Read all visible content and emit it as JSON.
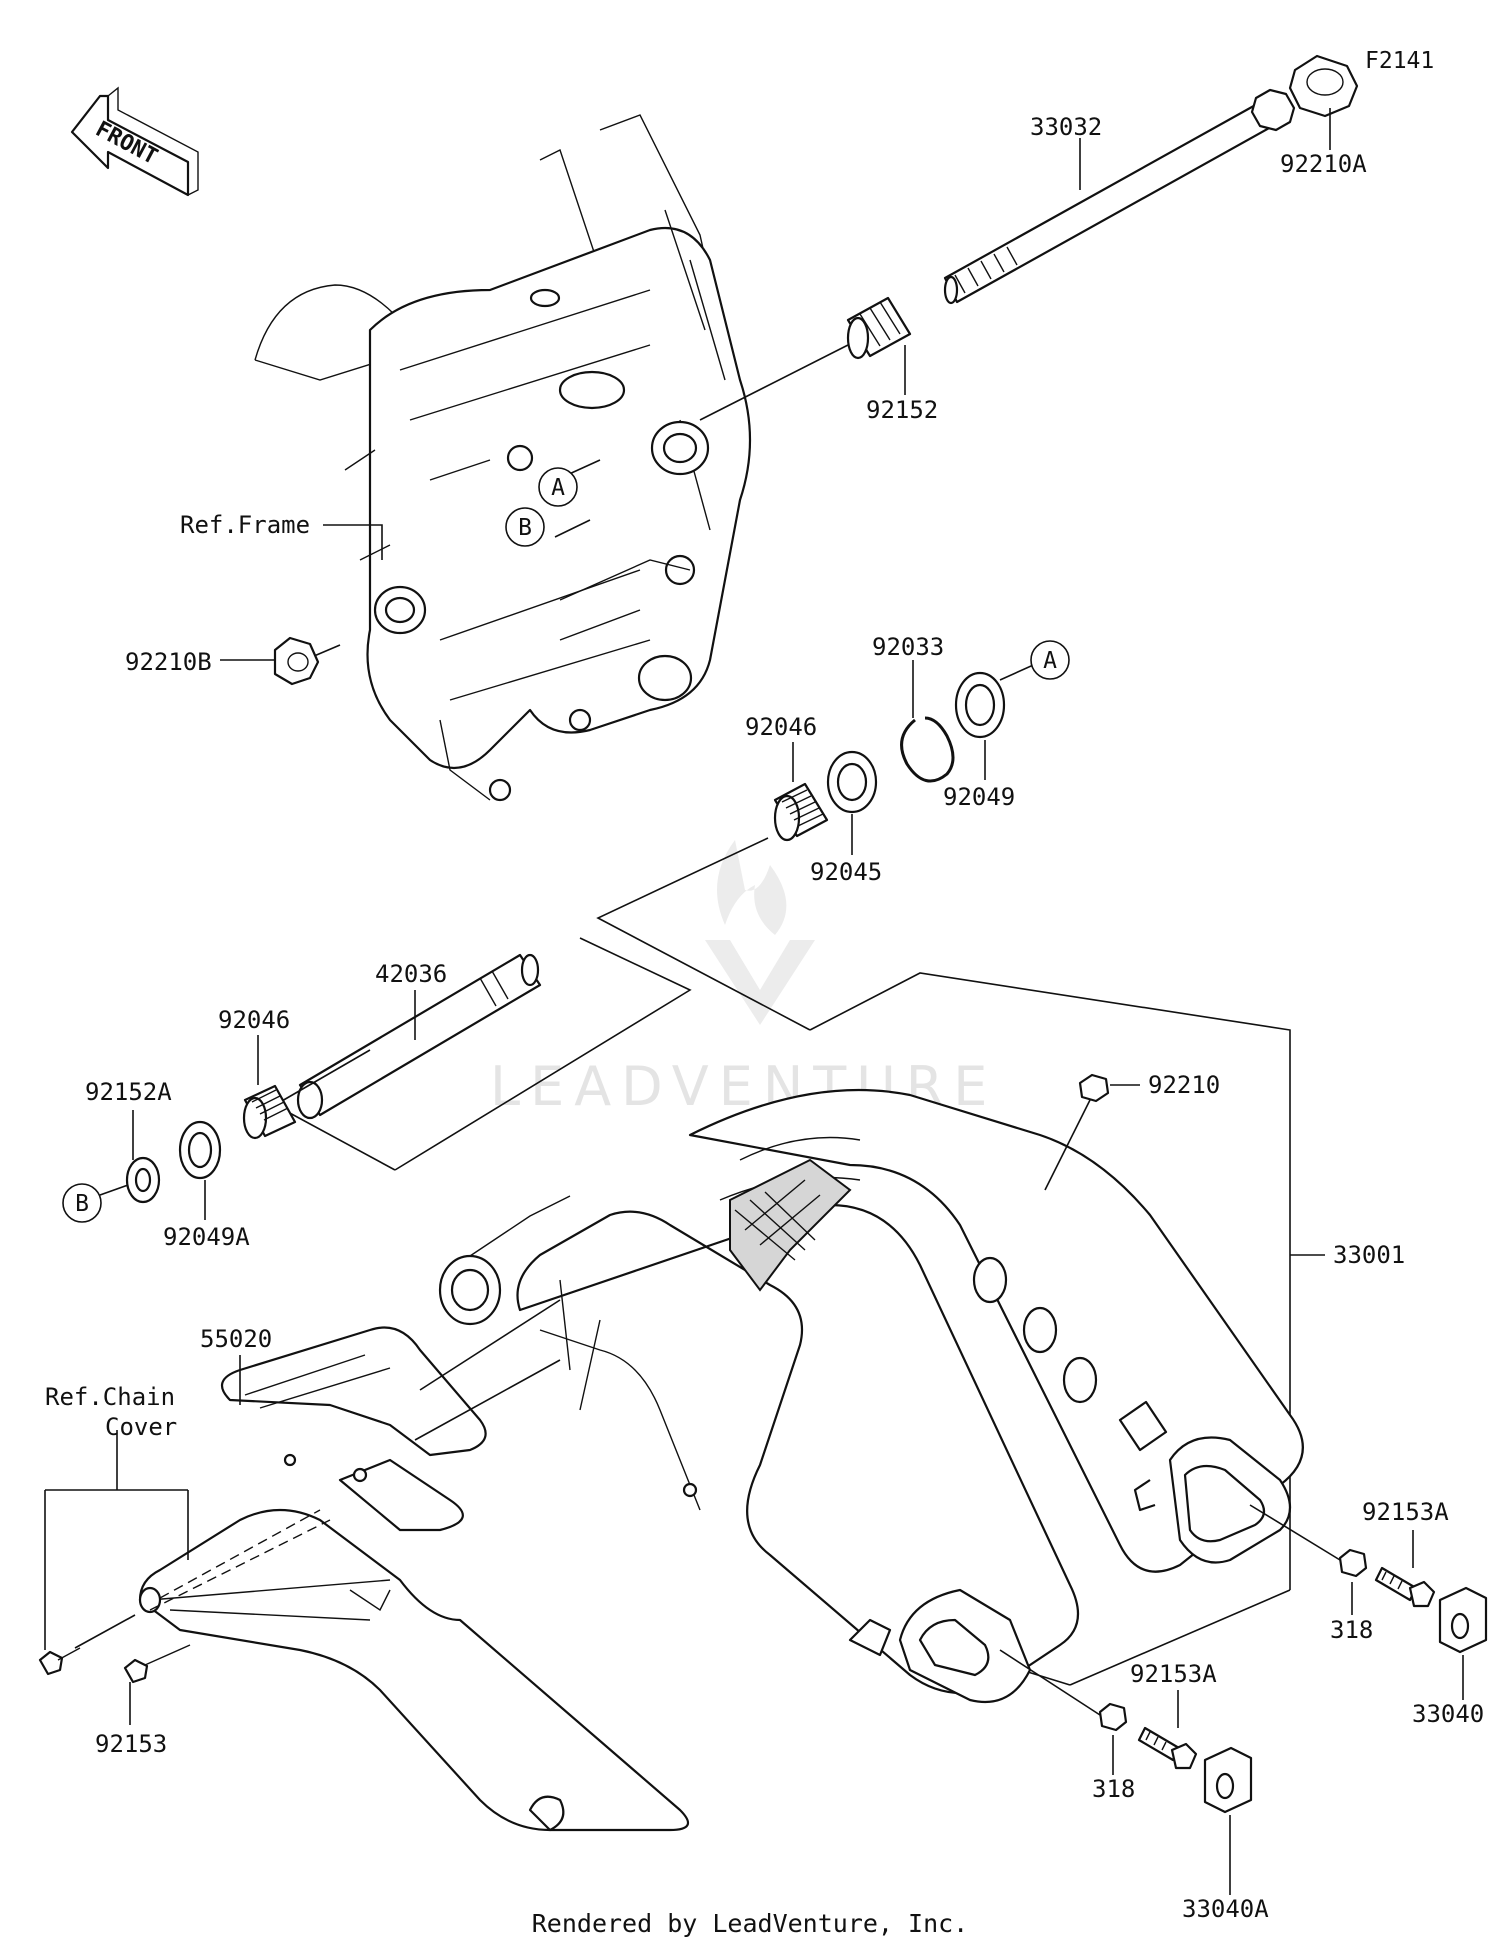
{
  "diagram_code": "F2141",
  "front_arrow_text": "FRONT",
  "watermark": "LEADVENTURE",
  "footer": "Rendered by LeadVenture, Inc.",
  "refs": {
    "frame": "Ref.Frame",
    "chain_cover_line1": "Ref.Chain",
    "chain_cover_line2": "Cover"
  },
  "callout_markers": [
    "A",
    "B",
    "A",
    "B"
  ],
  "part_labels": [
    "33032",
    "92210A",
    "92152",
    "92210B",
    "92033",
    "92046",
    "92049",
    "92045",
    "42036",
    "92046",
    "92152A",
    "92049A",
    "92210",
    "33001",
    "55020",
    "92153A",
    "318",
    "33040",
    "92153",
    "92153A",
    "318",
    "33040A"
  ]
}
